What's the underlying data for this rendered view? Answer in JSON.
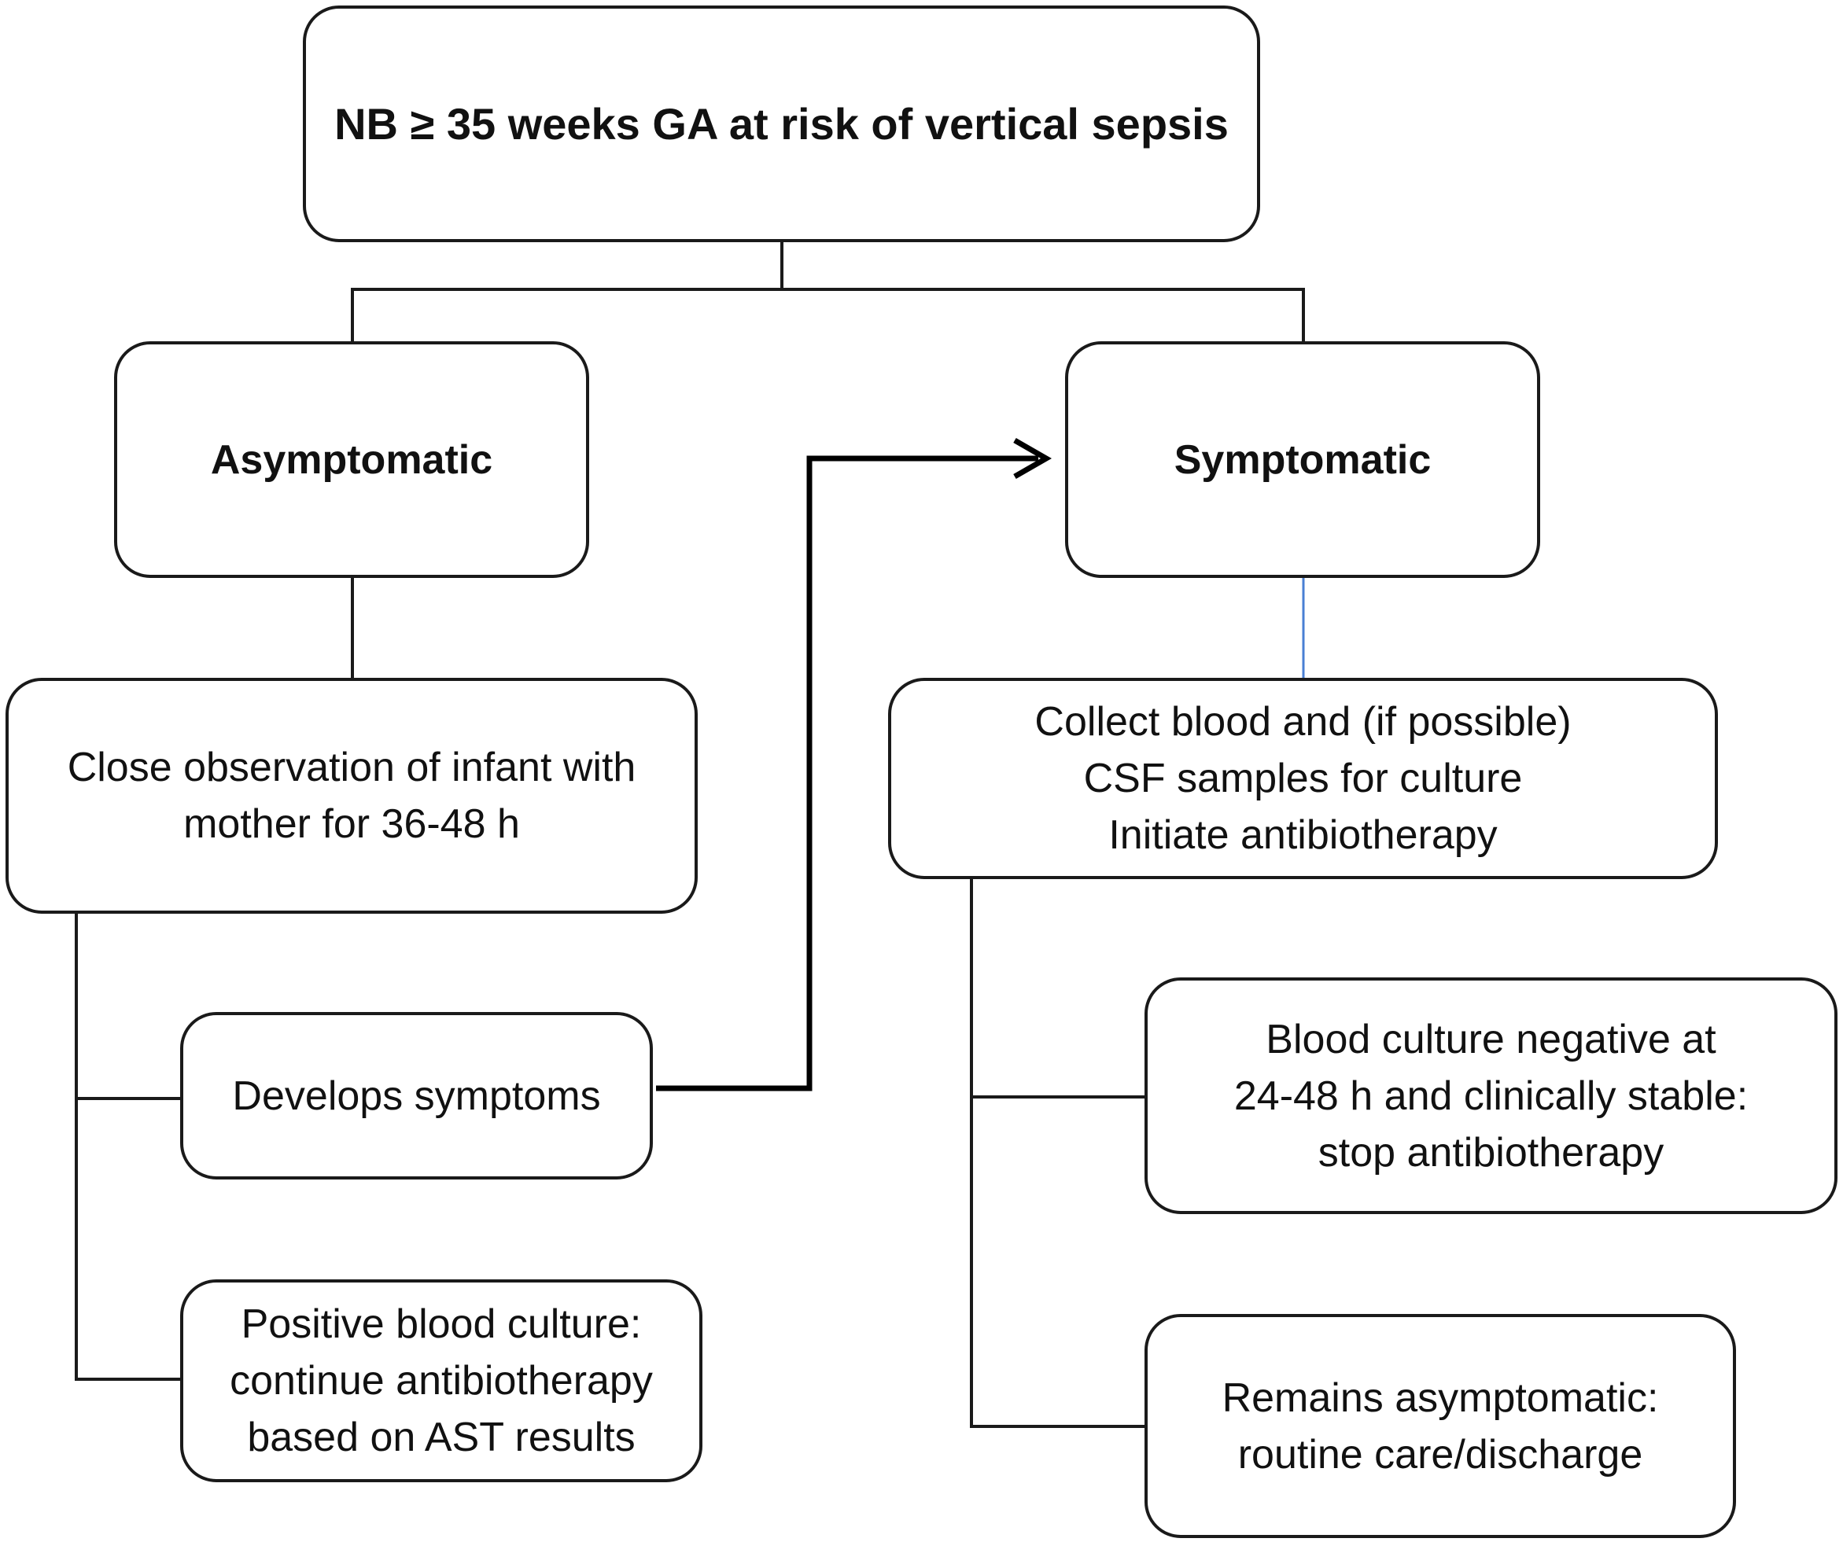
{
  "flowchart": {
    "root": {
      "text": "NB ≥ 35 weeks GA at risk of vertical sepsis"
    },
    "asymptomatic": {
      "text": "Asymptomatic"
    },
    "symptomatic": {
      "text": "Symptomatic"
    },
    "observation": {
      "lines": [
        "Close observation of infant with",
        "mother for 36-48 h"
      ]
    },
    "develops_symptoms": {
      "text": "Develops symptoms"
    },
    "positive_culture": {
      "lines": [
        "Positive blood culture:",
        "continue antibiotherapy",
        "based on AST results"
      ]
    },
    "collect_samples": {
      "lines": [
        "Collect blood and (if possible)",
        "CSF samples for culture",
        "Initiate antibiotherapy"
      ]
    },
    "negative_culture": {
      "lines": [
        "Blood culture negative at",
        "24-48 h and clinically stable:",
        "stop antibiotherapy"
      ]
    },
    "remains_asymptomatic": {
      "lines": [
        "Remains asymptomatic:",
        "routine care/discharge"
      ]
    }
  },
  "colors": {
    "line": "#1a1a1a",
    "accent_connector": "#4a7fd4",
    "background": "#ffffff"
  }
}
